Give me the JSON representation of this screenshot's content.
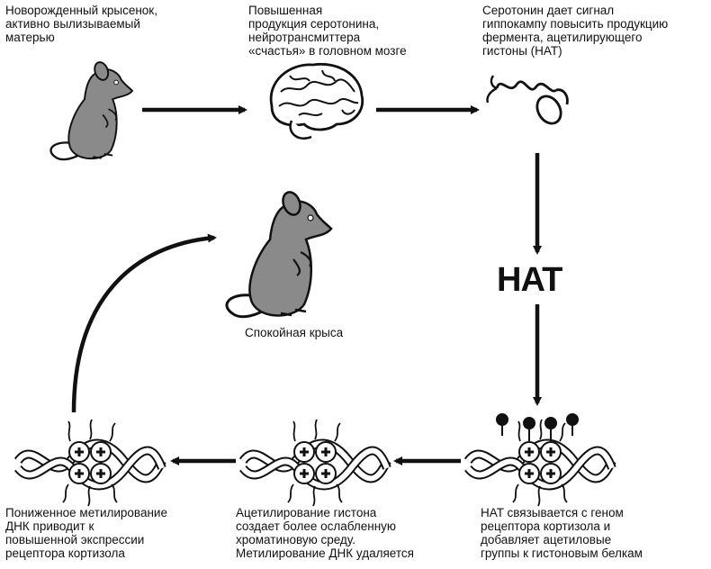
{
  "steps": {
    "step1": "Новорожденный крысенок,\nактивно вылизываемый\nматерью",
    "step2": "Повышенная\nпродукция серотонина,\nнейротрансмиттера\n«счастья» в головном мозге",
    "step3": "Серотонин дает сигнал\nгиппокампу повысить продукцию\nфермента, ацетилирующего\nгистоны (HAT)",
    "hat": "HAT",
    "step4": "HAT связывается с геном\nрецептора кортизола и\nдобавляет ацетиловые\nгруппы к гистоновым белкам",
    "step5": "Ацетилирование гистона\nсоздает более ослабленную\nхроматиновую среду.\nМетилирование ДНК удаляется",
    "step6": "Пониженное метилирование\nДНК приводит к\nповышенной экспрессии\nрецептора кортизола",
    "calm_rat": "Спокойная крыса"
  },
  "icons": {
    "rat_small": "rat-icon",
    "rat_large": "rat-icon",
    "brain": "brain-icon",
    "neuron": "neuron-icon",
    "chromatin": "chromatin-icon"
  },
  "colors": {
    "rat_fill": "#8a8a8a",
    "ink": "#111111"
  }
}
